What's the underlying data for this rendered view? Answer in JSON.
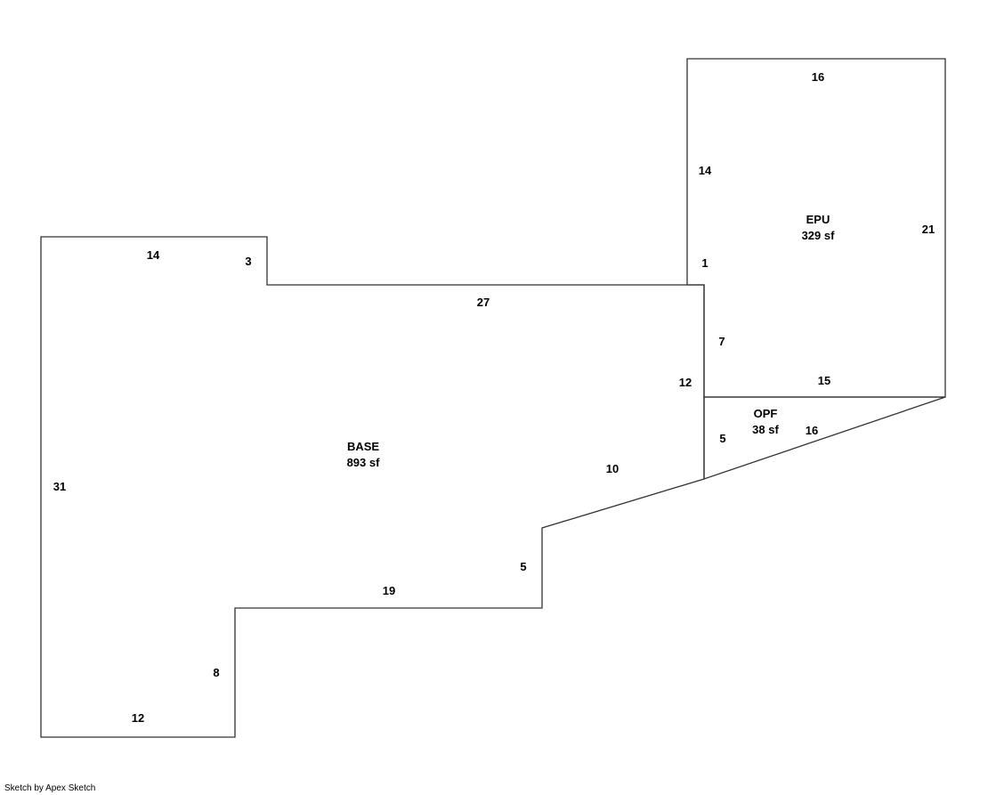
{
  "areas": {
    "base": {
      "name": "BASE",
      "size": "893 sf"
    },
    "epu": {
      "name": "EPU",
      "size": "329 sf"
    },
    "opf": {
      "name": "OPF",
      "size": "38 sf"
    }
  },
  "dimensions": {
    "base_top_left": "14",
    "base_notch": "3",
    "base_top": "27",
    "base_right": "12",
    "base_diagonal": "10",
    "base_step": "5",
    "base_lower": "19",
    "base_bottom_step": "8",
    "base_bottom": "12",
    "base_left": "31",
    "epu_top": "16",
    "epu_left": "14",
    "epu_right": "21",
    "epu_jog": "1",
    "epu_inner": "7",
    "epu_bottom": "15",
    "opf_left": "5",
    "opf_diagonal": "16"
  },
  "colors": {
    "line": "#333333"
  },
  "footer": "Sketch by Apex Sketch"
}
